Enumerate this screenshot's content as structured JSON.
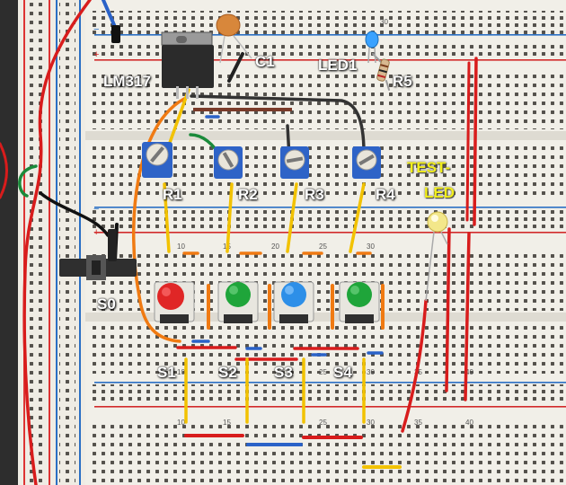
{
  "labels": {
    "regulator": "LM317",
    "capacitor": "C1",
    "led1": "LED1",
    "r5": "R5",
    "r1": "R1",
    "r2": "R2",
    "r3": "R3",
    "r4": "R4",
    "test_led_line1": "TEST-",
    "test_led_line2": "LED",
    "switch0": "S0",
    "s1": "S1",
    "s2": "S2",
    "s3": "S3",
    "s4": "S4"
  },
  "board_numbers": {
    "n10a": "10",
    "n15a": "15",
    "n20a": "20",
    "n25a": "25",
    "n30a": "30",
    "n30top": "30",
    "n10b": "10",
    "n25b": "25",
    "n30b": "30",
    "n35b": "35",
    "n40b": "40",
    "n10c": "10",
    "n15c": "15",
    "n25c": "25",
    "n30c": "30",
    "n35c": "35",
    "n40c": "40"
  },
  "colors": {
    "board": "#f1efe8",
    "rail_red": "#d22a2a",
    "rail_blue": "#2a6fc4",
    "wire_red": "#d81c1c",
    "wire_yellow": "#f2c200",
    "wire_orange": "#f07a12",
    "wire_green": "#1a8a3a",
    "wire_blue": "#2a62c8",
    "trimmer_blue": "#2e63c7",
    "button_red": "#e02626",
    "button_green": "#1fa53a",
    "button_blue": "#2d8fe8",
    "led_yellow": "#f3e78a",
    "led_blue": "#3aa2ff"
  }
}
